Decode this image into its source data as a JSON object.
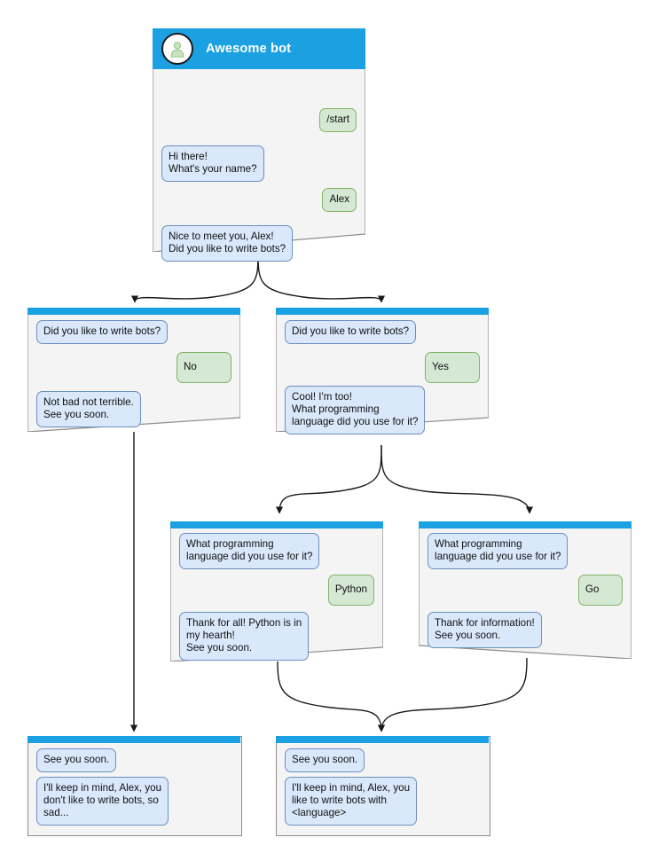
{
  "diagram": {
    "title": "Awesome bot conversation flow",
    "colors": {
      "header_blue": "#1ba1e2",
      "bot_bubble_fill": "#dae8fc",
      "bot_bubble_border": "#6c8ebf",
      "user_bubble_fill": "#d5e8d4",
      "user_bubble_border": "#82b366",
      "card_fill": "#f4f4f4",
      "card_border": "#8c8c8c",
      "edge_stroke": "#1a1a1a"
    }
  },
  "nodes": {
    "root": {
      "id": "root",
      "header_title": "Awesome bot",
      "avatar_icon": "person-avatar-icon",
      "messages": [
        {
          "role": "user",
          "text": "/start"
        },
        {
          "role": "bot",
          "text": "Hi there!\nWhat's your name?"
        },
        {
          "role": "user",
          "text": "Alex"
        },
        {
          "role": "bot",
          "text": "Nice to meet you, Alex!\nDid you like to write bots?"
        }
      ]
    },
    "no_branch": {
      "id": "no-branch",
      "messages": [
        {
          "role": "bot",
          "text": "Did you like to write bots?"
        },
        {
          "role": "user",
          "text": "No"
        },
        {
          "role": "bot",
          "text": "Not bad not terrible.\nSee you soon."
        }
      ]
    },
    "yes_branch": {
      "id": "yes-branch",
      "messages": [
        {
          "role": "bot",
          "text": "Did you like to write bots?"
        },
        {
          "role": "user",
          "text": "Yes"
        },
        {
          "role": "bot",
          "text": "Cool! I'm too!\nWhat programming\nlanguage did you use for it?"
        }
      ]
    },
    "python_branch": {
      "id": "python-branch",
      "messages": [
        {
          "role": "bot",
          "text": "What programming\nlanguage did you use for it?"
        },
        {
          "role": "user",
          "text": "Python"
        },
        {
          "role": "bot",
          "text": "Thank for all! Python is in\nmy hearth!\nSee you soon."
        }
      ]
    },
    "go_branch": {
      "id": "go-branch",
      "messages": [
        {
          "role": "bot",
          "text": "What programming\nlanguage did you use for it?"
        },
        {
          "role": "user",
          "text": "Go"
        },
        {
          "role": "bot",
          "text": "Thank for information!\nSee you soon."
        }
      ]
    },
    "end_no": {
      "id": "end-no",
      "messages": [
        {
          "role": "bot",
          "text": "See you soon."
        },
        {
          "role": "bot",
          "text": "I'll keep in mind, Alex, you\ndon't like to write bots, so\nsad..."
        }
      ]
    },
    "end_yes": {
      "id": "end-yes",
      "messages": [
        {
          "role": "bot",
          "text": "See you soon."
        },
        {
          "role": "bot",
          "text": "I'll keep in mind, Alex, you\nlike to write bots with\n<language>"
        }
      ]
    }
  }
}
